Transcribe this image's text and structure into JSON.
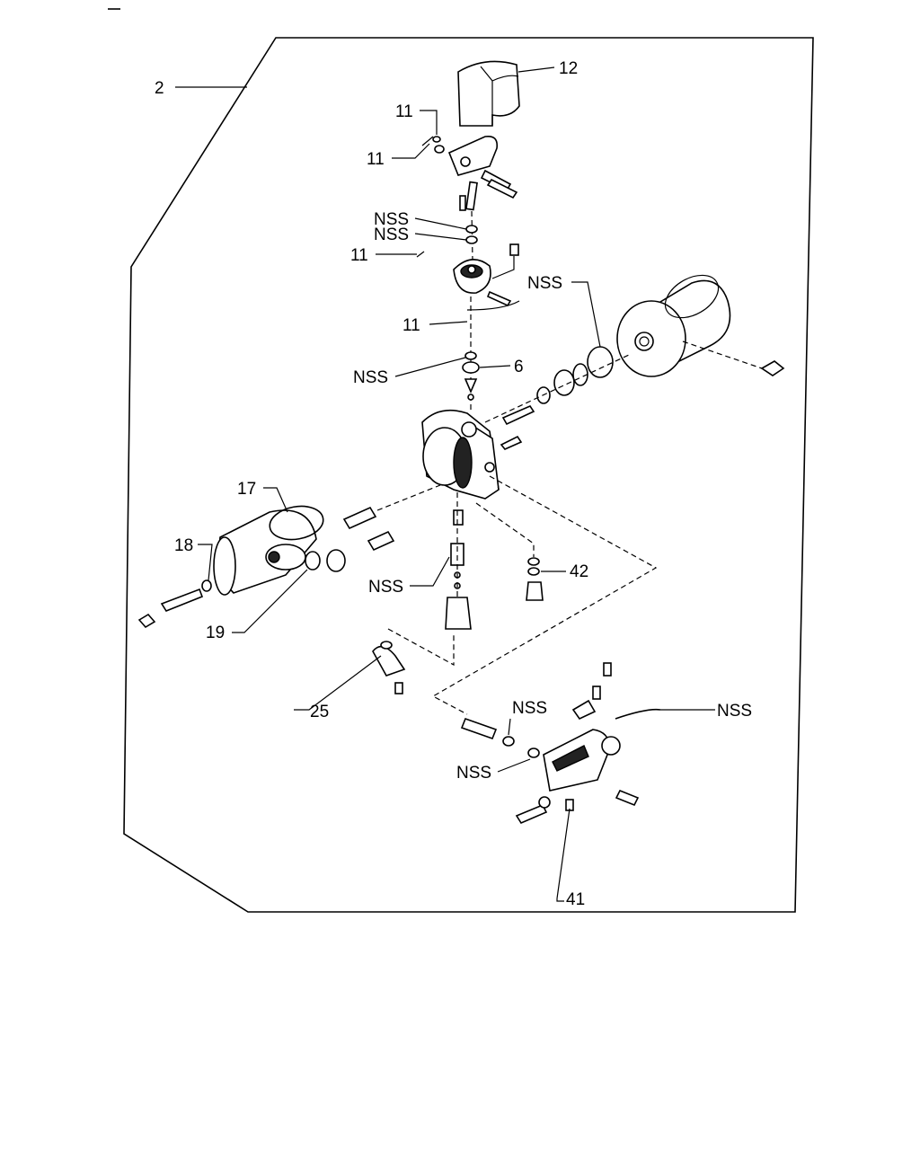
{
  "labels": {
    "assembly": "2",
    "cover": "12",
    "clip_a": "11",
    "clip_b": "11",
    "clip_c": "11",
    "clip_d": "11",
    "nss_top_1": "NSS",
    "nss_top_2": "NSS",
    "nss_seal": "NSS",
    "nss_valve": "NSS",
    "valve": "6",
    "ring": "17",
    "washer_18": "18",
    "washer_19": "19",
    "nss_filter": "NSS",
    "fitting": "42",
    "bracket": "25",
    "nss_lower_1": "NSS",
    "nss_lower_2": "NSS",
    "nss_cable": "NSS",
    "lever": "41"
  }
}
